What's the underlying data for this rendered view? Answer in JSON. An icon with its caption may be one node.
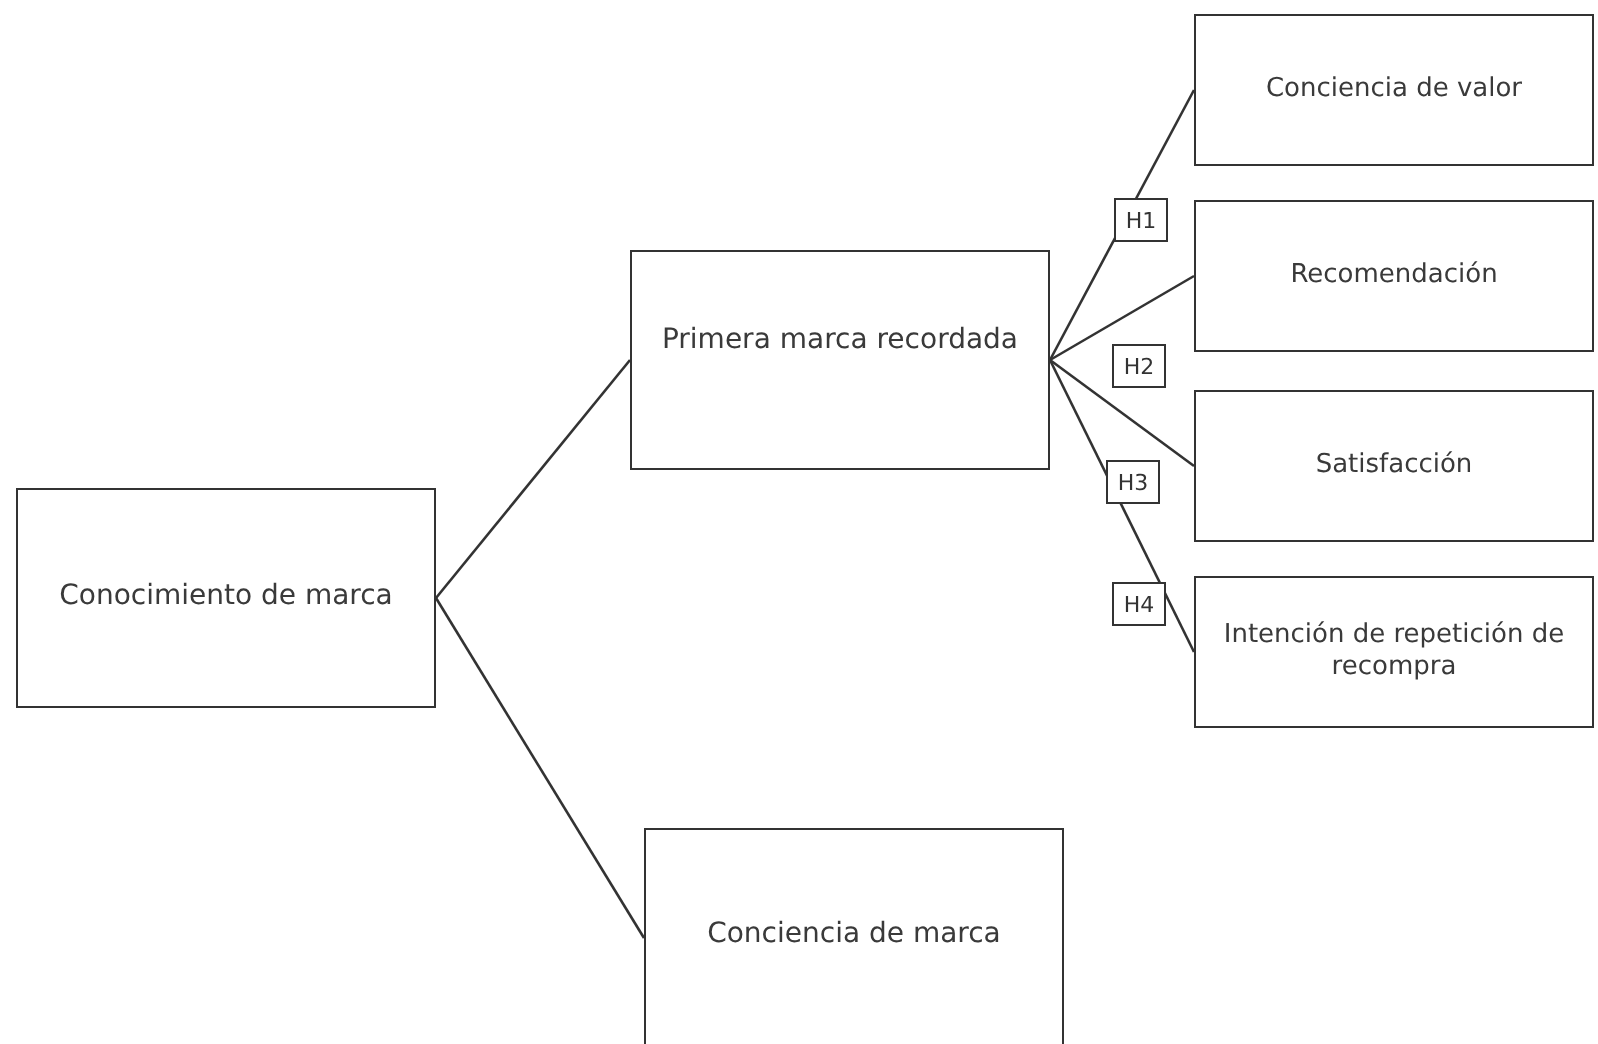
{
  "diagram": {
    "nodes": [
      {
        "text": [
          "Conocimiento de marca"
        ]
      },
      {
        "text": [
          "Primera marca recordada"
        ]
      },
      {
        "text": [
          "Conciencia de marca"
        ]
      },
      {
        "text": [
          "Conciencia de valor"
        ]
      },
      {
        "text": [
          "Recomendación"
        ]
      },
      {
        "text": [
          "Satisfacción"
        ]
      },
      {
        "text": [
          "Intención de repetición de recompra"
        ]
      }
    ],
    "edges": [
      {
        "from": 0,
        "to": 1,
        "arrow": "none"
      },
      {
        "from": 0,
        "to": 2,
        "arrow": "none"
      },
      {
        "from": 1,
        "to": 3,
        "arrow": "none"
      },
      {
        "from": 1,
        "to": 4,
        "arrow": "none"
      },
      {
        "from": 1,
        "to": 5,
        "arrow": "none"
      },
      {
        "from": 1,
        "to": 6,
        "arrow": "none"
      }
    ],
    "labels": [
      "H1",
      "H2",
      "H3",
      "H4"
    ]
  }
}
